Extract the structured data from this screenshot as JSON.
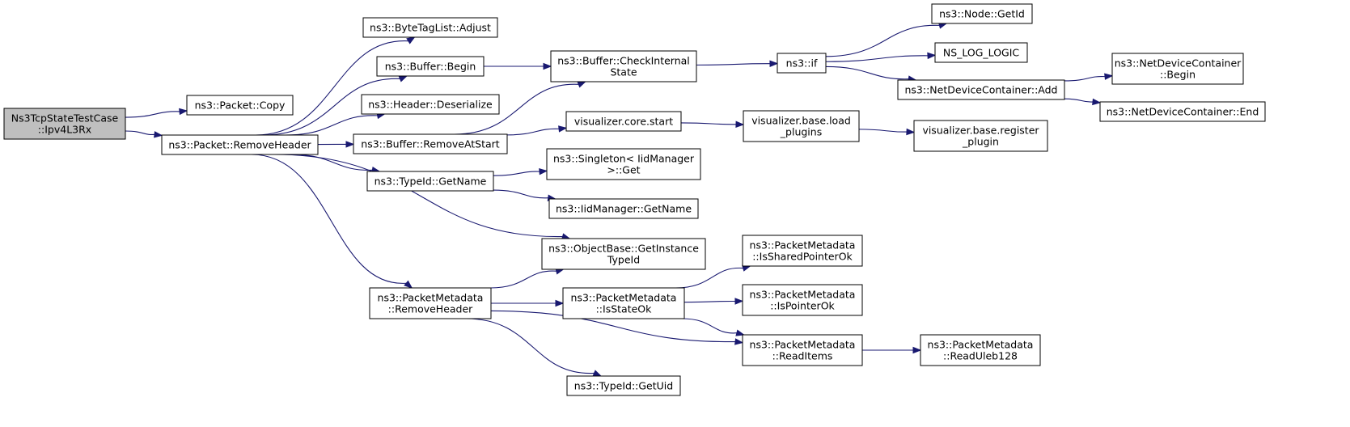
{
  "graph": {
    "colors": {
      "edge": "#191970",
      "root_fill": "#bfbfbf",
      "node_fill": "#ffffff",
      "border": "#000000"
    },
    "nodes": [
      {
        "id": "root",
        "lines": [
          "Ns3TcpStateTestCase",
          "::Ipv4L3Rx"
        ],
        "root": true
      },
      {
        "id": "copy",
        "lines": [
          "ns3::Packet::Copy"
        ]
      },
      {
        "id": "removeHeader",
        "lines": [
          "ns3::Packet::RemoveHeader"
        ]
      },
      {
        "id": "byteTagAdjust",
        "lines": [
          "ns3::ByteTagList::Adjust"
        ]
      },
      {
        "id": "bufferBegin",
        "lines": [
          "ns3::Buffer::Begin"
        ]
      },
      {
        "id": "headerDeserialize",
        "lines": [
          "ns3::Header::Deserialize"
        ]
      },
      {
        "id": "bufferRemoveAtStart",
        "lines": [
          "ns3::Buffer::RemoveAtStart"
        ]
      },
      {
        "id": "typeIdGetName",
        "lines": [
          "ns3::TypeId::GetName"
        ]
      },
      {
        "id": "objGetInstanceTypeId",
        "lines": [
          "ns3::ObjectBase::GetInstance",
          "TypeId"
        ]
      },
      {
        "id": "pmRemoveHeader",
        "lines": [
          "ns3::PacketMetadata",
          "::RemoveHeader"
        ]
      },
      {
        "id": "checkInternalState",
        "lines": [
          "ns3::Buffer::CheckInternal",
          "State"
        ]
      },
      {
        "id": "vizCoreStart",
        "lines": [
          "visualizer.core.start"
        ]
      },
      {
        "id": "singletonGet",
        "lines": [
          "ns3::Singleton< IidManager",
          ">::Get"
        ]
      },
      {
        "id": "iidGetName",
        "lines": [
          "ns3::IidManager::GetName"
        ]
      },
      {
        "id": "pmIsStateOk",
        "lines": [
          "ns3::PacketMetadata",
          "::IsStateOk"
        ]
      },
      {
        "id": "typeIdGetUid",
        "lines": [
          "ns3::TypeId::GetUid"
        ]
      },
      {
        "id": "ns3if",
        "lines": [
          "ns3::if"
        ]
      },
      {
        "id": "vizLoadPlugins",
        "lines": [
          "visualizer.base.load",
          "_plugins"
        ]
      },
      {
        "id": "pmIsSharedPointerOk",
        "lines": [
          "ns3::PacketMetadata",
          "::IsSharedPointerOk"
        ]
      },
      {
        "id": "pmIsPointerOk",
        "lines": [
          "ns3::PacketMetadata",
          "::IsPointerOk"
        ]
      },
      {
        "id": "pmReadItems",
        "lines": [
          "ns3::PacketMetadata",
          "::ReadItems"
        ]
      },
      {
        "id": "nodeGetId",
        "lines": [
          "ns3::Node::GetId"
        ]
      },
      {
        "id": "nsLogLogic",
        "lines": [
          "NS_LOG_LOGIC"
        ]
      },
      {
        "id": "ndcAdd",
        "lines": [
          "ns3::NetDeviceContainer::Add"
        ]
      },
      {
        "id": "vizRegisterPlugin",
        "lines": [
          "visualizer.base.register",
          "_plugin"
        ]
      },
      {
        "id": "pmReadUleb128",
        "lines": [
          "ns3::PacketMetadata",
          "::ReadUleb128"
        ]
      },
      {
        "id": "ndcBegin",
        "lines": [
          "ns3::NetDeviceContainer",
          "::Begin"
        ]
      },
      {
        "id": "ndcEnd",
        "lines": [
          "ns3::NetDeviceContainer::End"
        ]
      }
    ],
    "edges": [
      [
        "root",
        "copy"
      ],
      [
        "root",
        "removeHeader"
      ],
      [
        "removeHeader",
        "byteTagAdjust"
      ],
      [
        "removeHeader",
        "bufferBegin"
      ],
      [
        "removeHeader",
        "headerDeserialize"
      ],
      [
        "removeHeader",
        "bufferRemoveAtStart"
      ],
      [
        "removeHeader",
        "typeIdGetName"
      ],
      [
        "removeHeader",
        "objGetInstanceTypeId"
      ],
      [
        "removeHeader",
        "pmRemoveHeader"
      ],
      [
        "bufferBegin",
        "checkInternalState"
      ],
      [
        "bufferRemoveAtStart",
        "checkInternalState"
      ],
      [
        "bufferRemoveAtStart",
        "vizCoreStart"
      ],
      [
        "typeIdGetName",
        "singletonGet"
      ],
      [
        "typeIdGetName",
        "iidGetName"
      ],
      [
        "pmRemoveHeader",
        "objGetInstanceTypeId"
      ],
      [
        "pmRemoveHeader",
        "pmIsStateOk"
      ],
      [
        "pmRemoveHeader",
        "pmReadItems"
      ],
      [
        "pmRemoveHeader",
        "typeIdGetUid"
      ],
      [
        "checkInternalState",
        "ns3if"
      ],
      [
        "vizCoreStart",
        "vizLoadPlugins"
      ],
      [
        "vizLoadPlugins",
        "vizRegisterPlugin"
      ],
      [
        "pmIsStateOk",
        "pmIsSharedPointerOk"
      ],
      [
        "pmIsStateOk",
        "pmIsPointerOk"
      ],
      [
        "pmIsStateOk",
        "pmReadItems"
      ],
      [
        "pmReadItems",
        "pmReadUleb128"
      ],
      [
        "ns3if",
        "nodeGetId"
      ],
      [
        "ns3if",
        "nsLogLogic"
      ],
      [
        "ns3if",
        "ndcAdd"
      ],
      [
        "ndcAdd",
        "ndcBegin"
      ],
      [
        "ndcAdd",
        "ndcEnd"
      ]
    ]
  }
}
